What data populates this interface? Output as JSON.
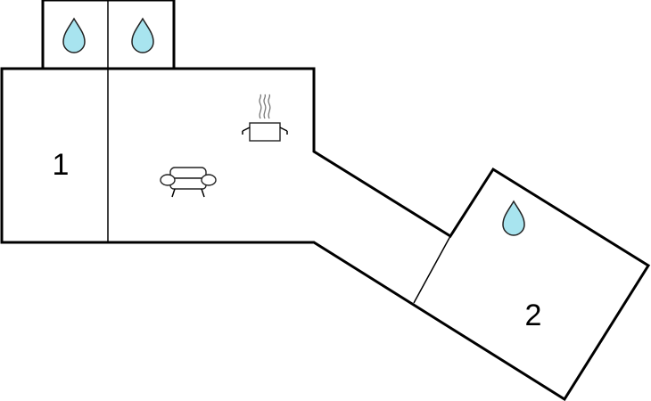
{
  "rooms": [
    {
      "id": "room-1",
      "label": "1"
    },
    {
      "id": "room-2",
      "label": "2"
    }
  ],
  "icons": {
    "water": "water-drop-icon",
    "sofa": "sofa-icon",
    "kitchen": "cooking-pot-icon"
  },
  "colors": {
    "wall": "#000000",
    "background": "#ffffff",
    "water_drop": "#a8e4ef"
  }
}
